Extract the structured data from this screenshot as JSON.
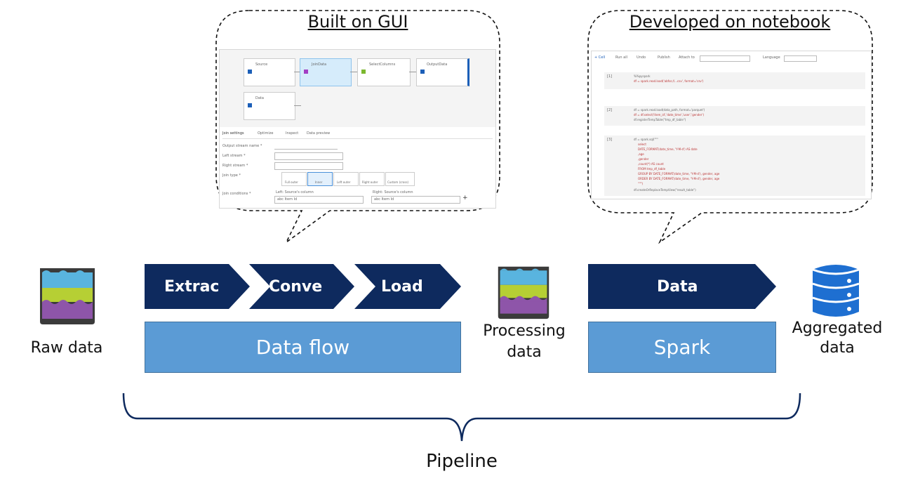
{
  "bubbles": {
    "gui_title": "Built on GUI",
    "notebook_title": "Developed on notebook"
  },
  "gui_shot": {
    "nodes": [
      "Source",
      "JoinData",
      "SelectColumns",
      "OutputData",
      "Data"
    ],
    "tabs": [
      "Join settings",
      "Optimize",
      "Inspect",
      "Data preview"
    ],
    "fields": [
      "Output stream name *",
      "Left stream *",
      "Right stream *",
      "Join type *",
      "Join conditions *"
    ],
    "join_types": [
      "Full outer",
      "Inner",
      "Left outer",
      "Right outer",
      "Custom (cross)"
    ],
    "left_col": "Left: Source's column",
    "right_col": "Right: Source's column",
    "cond_left": "abc Item Id",
    "cond_right": "abc Item Id"
  },
  "notebook_shot": {
    "toolbar": [
      "+ Cell",
      "Run all",
      "Undo",
      "Publish",
      "Attach to",
      "Language"
    ],
    "cells": [
      {
        "num": "[1]",
        "lines": [
          "%%pyspark",
          "df = spark.read.load('abfss://...csv', format='csv')"
        ]
      },
      {
        "num": "[2]",
        "lines": [
          "df = spark.read.load(data_path, format='parquet')",
          "df = df.select('item_id','date_time','user','gender')",
          "df.registerTempTable(\"tmp_df_table\")"
        ]
      },
      {
        "num": "[3]",
        "lines": [
          "df = spark.sql(\"\"\"",
          "  select",
          "  DATE_FORMAT(date_time, 'Y-M-d') AS date",
          "  ,age",
          "  ,gender",
          "  ,count(*) AS count",
          "  FROM tmp_df_table",
          "  GROUP BY DATE_FORMAT(date_time, 'Y-M-d'), gender, age",
          "  ORDER BY DATE_FORMAT(date_time, 'Y-M-d'), gender, age",
          "\"\"\")",
          "df.createOrReplaceTempView(\"result_table\")"
        ]
      }
    ]
  },
  "pipeline": {
    "steps": [
      "Extrac",
      "Conve",
      "Load"
    ],
    "spark_step": "Data",
    "dataflow_label": "Data flow",
    "spark_label": "Spark",
    "raw_label": "Raw data",
    "processing_label_1": "Processing",
    "processing_label_2": "data",
    "aggregated_label_1": "Aggregated",
    "aggregated_label_2": "data",
    "brace_label": "Pipeline"
  },
  "colors": {
    "chevron": "#0e2a5e",
    "bar": "#5b9bd5",
    "bar_border": "#41719c",
    "db": "#1e6fd1",
    "lake_blue": "#59b4df",
    "lake_green": "#b6cf34",
    "lake_purple": "#8e55a9",
    "lake_dark": "#3b3b3b"
  }
}
